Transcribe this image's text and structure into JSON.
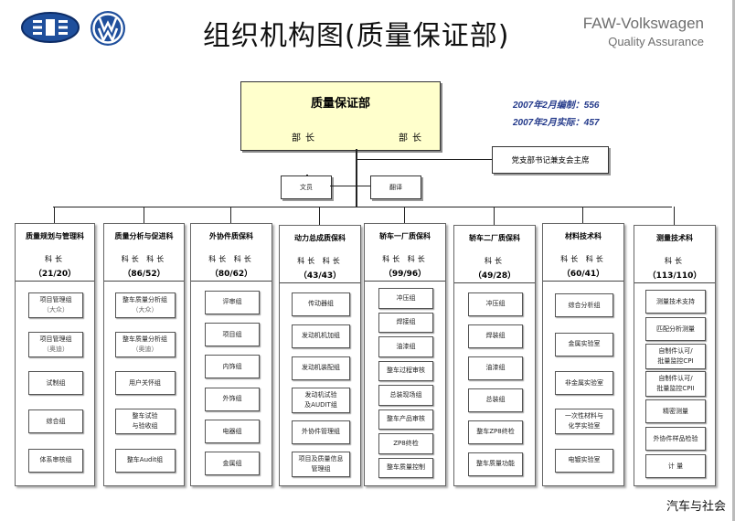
{
  "header": {
    "title": "组织机构图(质量保证部)",
    "brand_line1": "FAW-Volkswagen",
    "brand_line2": "Quality Assurance"
  },
  "root": {
    "title": "质量保证部",
    "manager_left": "部长",
    "manager_right": "部长"
  },
  "stats": {
    "line1": "2007年2月编制：556",
    "line2": "2007年2月实际：457"
  },
  "party": "党支部书记兼支会主席",
  "small_boxes": [
    "文员",
    "翻译"
  ],
  "departments": [
    {
      "name": "质量规划与管理科",
      "manager": "科长",
      "count": "（21/20）",
      "subs": [
        [
          "项目管理组",
          "（大众）"
        ],
        [
          "项目管理组",
          "（奥迪）"
        ],
        [
          "试制组"
        ],
        [
          "综合组"
        ],
        [
          "体系审核组"
        ]
      ]
    },
    {
      "name": "质量分析与促进科",
      "manager": "科长 科长",
      "count": "（86/52）",
      "subs": [
        [
          "整车质量分析组",
          "（大众）"
        ],
        [
          "整车质量分析组",
          "（奥迪）"
        ],
        [
          "用户关怀组"
        ],
        [
          "整车试验",
          "与验收组"
        ],
        [
          "整车Audit组"
        ]
      ]
    },
    {
      "name": "外协件质保科",
      "manager": "科长 科长",
      "count": "（80/62）",
      "subs": [
        [
          "评审组"
        ],
        [
          "项目组"
        ],
        [
          "内饰组"
        ],
        [
          "外饰组"
        ],
        [
          "电器组"
        ],
        [
          "金属组"
        ]
      ]
    },
    {
      "name": "动力总成质保科",
      "manager": "科长 科长",
      "count": "（43/43）",
      "subs": [
        [
          "传动器组"
        ],
        [
          "发动机机加组"
        ],
        [
          "发动机装配组"
        ],
        [
          "发动机试验",
          "及AUDIT组"
        ],
        [
          "外协件管理组"
        ],
        [
          "项目及质量信息",
          "管理组"
        ]
      ]
    },
    {
      "name": "轿车一厂质保科",
      "manager": "科长 科长",
      "count": "（99/96）",
      "subs": [
        [
          "冲压组"
        ],
        [
          "焊接组"
        ],
        [
          "油漆组"
        ],
        [
          "整车过程审核"
        ],
        [
          "总装现场组"
        ],
        [
          "整车产品审核"
        ],
        [
          "ZP8终检"
        ],
        [
          "整车质量控制"
        ]
      ]
    },
    {
      "name": "轿车二厂质保科",
      "manager": "科长",
      "count": "（49/28）",
      "subs": [
        [
          "冲压组"
        ],
        [
          "焊装组"
        ],
        [
          "油漆组"
        ],
        [
          "总装组"
        ],
        [
          "整车ZP8终检"
        ],
        [
          "整车质量功能"
        ]
      ]
    },
    {
      "name": "材料技术科",
      "manager": "科长 科长",
      "count": "（60/41）",
      "subs": [
        [
          "综合分析组"
        ],
        [
          "金属实验室"
        ],
        [
          "非金属实验室"
        ],
        [
          "一次性材料与",
          "化学实验室"
        ],
        [
          "电镀实验室"
        ]
      ]
    },
    {
      "name": "测量技术科",
      "manager": "科长",
      "count": "（113/110）",
      "subs": [
        [
          "测量技术支持"
        ],
        [
          "匹配分析测量"
        ],
        [
          "自制件认可/",
          "批量监控CPI"
        ],
        [
          "自制件认可/",
          "批量监控CPII"
        ],
        [
          "精密测量"
        ],
        [
          "外协件样品检验"
        ],
        [
          "计 量"
        ]
      ]
    }
  ],
  "footer": "汽车与社会"
}
